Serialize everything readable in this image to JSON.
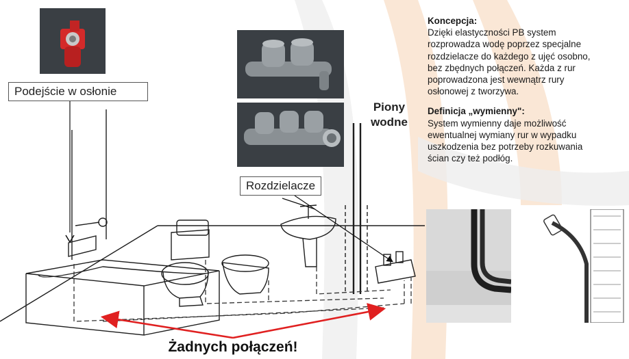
{
  "labels": {
    "podejscie": "Podejście w osłonie",
    "rozdzielacze": "Rozdzielacze",
    "piony_line1": "Piony",
    "piony_line2": "wodne",
    "bottom_caption": "Żadnych połączeń!"
  },
  "panel": {
    "koncepcja_heading": "Koncepcja:",
    "koncepcja_lines": [
      "Dzięki elastyczności PB system",
      "rozprowadza wodę poprzez specjalne",
      "rozdzielacze do każdego z ujęć osobno,",
      "bez zbędnych połączeń. Każda z rur",
      "poprowadzona jest wewnątrz rury",
      "osłonowej z tworzywa."
    ],
    "definicja_heading": "Definicja „wymienny\":",
    "definicja_lines": [
      "System wymienny daje możliwość",
      "ewentualnej wymiany rur w wypadku",
      "uszkodzenia bez potrzeby rozkuwania",
      "ścian czy też podłóg."
    ]
  },
  "colors": {
    "accent_red": "#e02020",
    "deco_orange": "#f6d3b5",
    "deco_gray": "#ececec",
    "fitting_red": "#d42a2a",
    "manifold_gray": "#8a9094",
    "photo_bg": "#3a3f44"
  }
}
